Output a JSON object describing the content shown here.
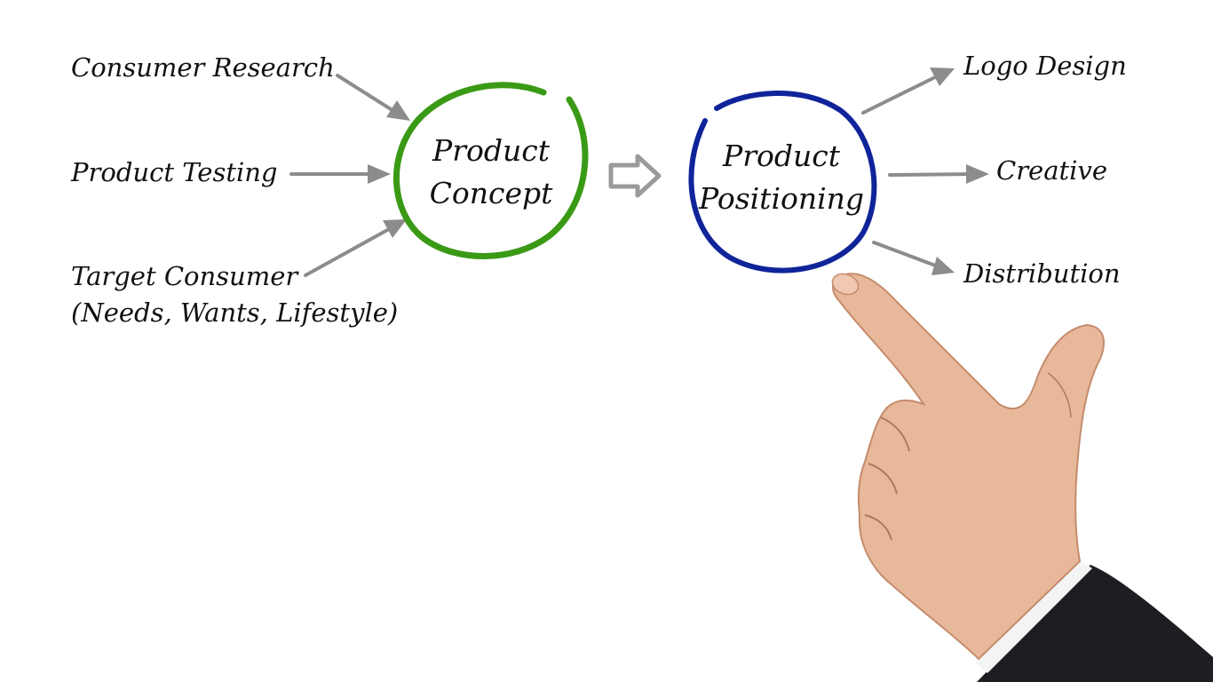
{
  "diagram": {
    "inputs": [
      {
        "line1": "Consumer Research",
        "line2": ""
      },
      {
        "line1": "Product Testing",
        "line2": ""
      },
      {
        "line1": "Target Consumer",
        "line2": "(Needs, Wants, Lifestyle)"
      }
    ],
    "nodes": [
      {
        "line1": "Product",
        "line2": "Concept",
        "color": "#3a9a16"
      },
      {
        "line1": "Product",
        "line2": "Positioning",
        "color": "#10249a"
      }
    ],
    "outputs": [
      "Logo Design",
      "Creative",
      "Distribution"
    ],
    "colors": {
      "arrow": "#8c8c8c",
      "transition_arrow": "#9a9a9a",
      "text": "#111111",
      "skin": "#e8b89a",
      "sleeve": "#1e1e22",
      "cuff": "#f4f4f4"
    }
  }
}
